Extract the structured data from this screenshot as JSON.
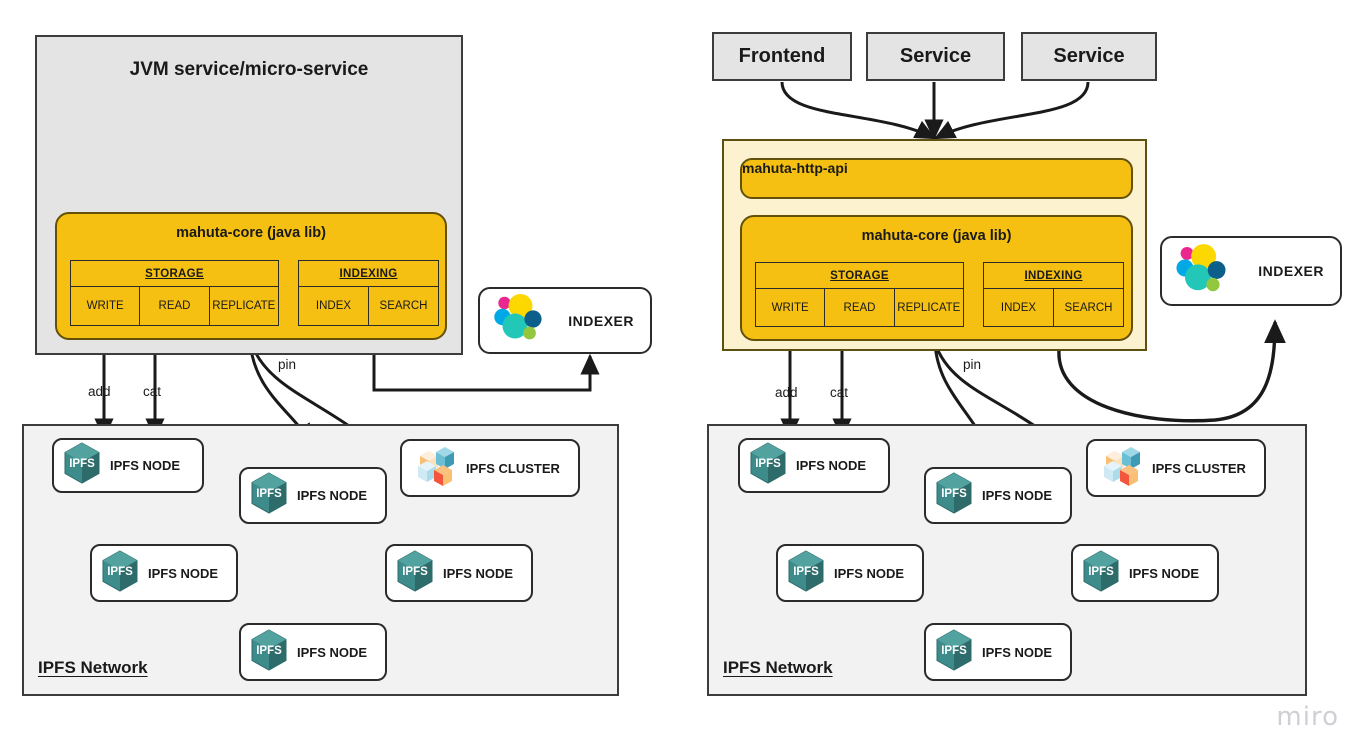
{
  "watermark": "miro",
  "left_diagram": {
    "container_title": "JVM service/micro-service",
    "mahuta_core_label": "mahuta-core (java lib)",
    "storage": {
      "header": "STORAGE",
      "cells": [
        "WRITE",
        "READ",
        "REPLICATE"
      ]
    },
    "indexing": {
      "header": "INDEXING",
      "cells": [
        "INDEX",
        "SEARCH"
      ]
    },
    "indexer_label": "INDEXER",
    "edge_labels": {
      "add": "add",
      "cat": "cat",
      "pin": "pin"
    },
    "network": {
      "title": "IPFS Network",
      "nodes": [
        {
          "label": "IPFS NODE",
          "icon": "ipfs-cube-icon"
        },
        {
          "label": "IPFS NODE",
          "icon": "ipfs-cube-icon"
        },
        {
          "label": "IPFS CLUSTER",
          "icon": "ipfs-cluster-icon"
        },
        {
          "label": "IPFS NODE",
          "icon": "ipfs-cube-icon"
        },
        {
          "label": "IPFS NODE",
          "icon": "ipfs-cube-icon"
        },
        {
          "label": "IPFS NODE",
          "icon": "ipfs-cube-icon"
        }
      ]
    }
  },
  "right_diagram": {
    "clients": [
      "Frontend",
      "Service",
      "Service"
    ],
    "mahuta_http_api_label": "mahuta-http-api",
    "mahuta_core_label": "mahuta-core (java lib)",
    "storage": {
      "header": "STORAGE",
      "cells": [
        "WRITE",
        "READ",
        "REPLICATE"
      ]
    },
    "indexing": {
      "header": "INDEXING",
      "cells": [
        "INDEX",
        "SEARCH"
      ]
    },
    "indexer_label": "INDEXER",
    "edge_labels": {
      "add": "add",
      "cat": "cat",
      "pin": "pin"
    },
    "network": {
      "title": "IPFS Network",
      "nodes": [
        {
          "label": "IPFS NODE",
          "icon": "ipfs-cube-icon"
        },
        {
          "label": "IPFS NODE",
          "icon": "ipfs-cube-icon"
        },
        {
          "label": "IPFS CLUSTER",
          "icon": "ipfs-cluster-icon"
        },
        {
          "label": "IPFS NODE",
          "icon": "ipfs-cube-icon"
        },
        {
          "label": "IPFS NODE",
          "icon": "ipfs-cube-icon"
        },
        {
          "label": "IPFS NODE",
          "icon": "ipfs-cube-icon"
        }
      ]
    }
  },
  "icons": {
    "ipfs_cube": "ipfs-cube-icon",
    "ipfs_cluster": "ipfs-cluster-icon",
    "elastic_blobs": "elasticsearch-logo-icon"
  },
  "colors": {
    "mahuta_yellow": "#f5c011",
    "mahuta_border": "#63510a",
    "panel_gray": "#e4e4e4",
    "panel_cream": "#fdf2d0",
    "network_gray": "#f2f2f2",
    "ipfs_teal": "#3d8b8b",
    "ipfs_teal_dark": "#2e6b6b",
    "ipfs_teal_light": "#52a3a0",
    "cluster_blue_light": "#d5edf5",
    "cluster_blue": "#6bbfd4",
    "cluster_teal": "#3e9bb3",
    "cluster_orange": "#f9c073",
    "cluster_red": "#f4553d",
    "es_pink": "#ec268f",
    "es_yellow": "#fcd800",
    "es_blue": "#00a9e5",
    "es_teal": "#22c7b8",
    "es_darkblue": "#0b5f8a",
    "es_green": "#93c83e",
    "stroke": "#1a1a1a"
  }
}
